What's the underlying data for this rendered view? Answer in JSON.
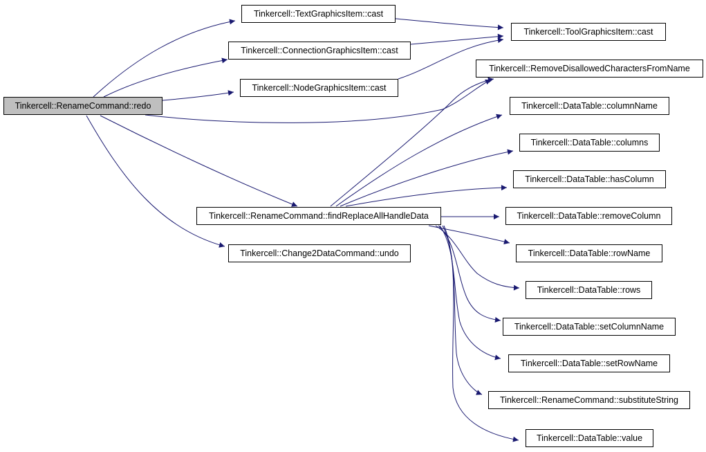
{
  "colors": {
    "edge": "#191970",
    "node_border": "#000000",
    "node_fill": "#ffffff",
    "root_fill": "#bfbfbf"
  },
  "nodes": {
    "redo": "Tinkercell::RenameCommand::redo",
    "text_cast": "Tinkercell::TextGraphicsItem::cast",
    "tool_cast": "Tinkercell::ToolGraphicsItem::cast",
    "conn_cast": "Tinkercell::ConnectionGraphicsItem::cast",
    "node_cast": "Tinkercell::NodeGraphicsItem::cast",
    "remove_disallowed": "Tinkercell::RemoveDisallowedCharactersFromName",
    "column_name": "Tinkercell::DataTable::columnName",
    "columns": "Tinkercell::DataTable::columns",
    "has_column": "Tinkercell::DataTable::hasColumn",
    "find_replace": "Tinkercell::RenameCommand::findReplaceAllHandleData",
    "remove_column": "Tinkercell::DataTable::removeColumn",
    "undo": "Tinkercell::Change2DataCommand::undo",
    "row_name": "Tinkercell::DataTable::rowName",
    "rows": "Tinkercell::DataTable::rows",
    "set_column_name": "Tinkercell::DataTable::setColumnName",
    "set_row_name": "Tinkercell::DataTable::setRowName",
    "substitute_string": "Tinkercell::RenameCommand::substituteString",
    "value": "Tinkercell::DataTable::value"
  }
}
